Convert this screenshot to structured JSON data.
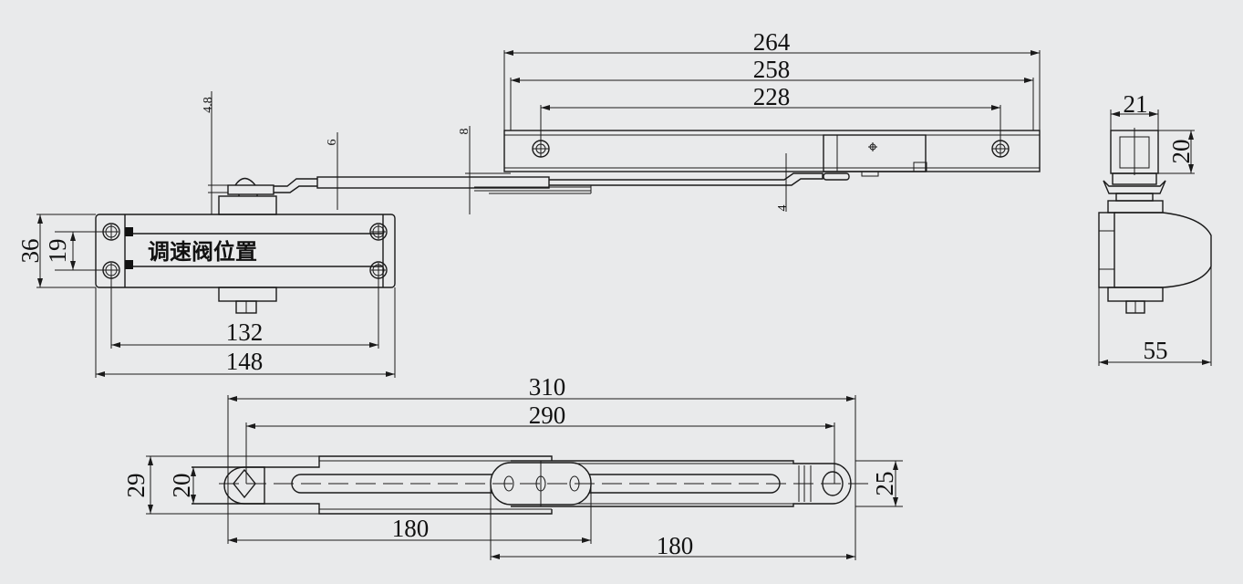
{
  "diagram": {
    "label_valve_position": "调速阀位置",
    "front_view": {
      "width_mounting_holes": "132",
      "width_body": "148",
      "height_body": "36",
      "height_holes": "19",
      "dim_4_8": "4.8",
      "dim_6": "6",
      "dim_8": "8"
    },
    "track": {
      "length_overall": "264",
      "length_inner": "258",
      "hole_spacing": "228",
      "dim_4": "4"
    },
    "side_view": {
      "track_width": "21",
      "track_height": "20",
      "body_depth": "55"
    },
    "arm_view": {
      "length_overall": "310",
      "length_holes": "290",
      "height_outer": "29",
      "height_inner": "20",
      "height_right": "25",
      "arm_left": "180",
      "arm_right": "180"
    },
    "colors": {
      "background": "#e9eaeb",
      "line": "#1a1a1a"
    }
  }
}
